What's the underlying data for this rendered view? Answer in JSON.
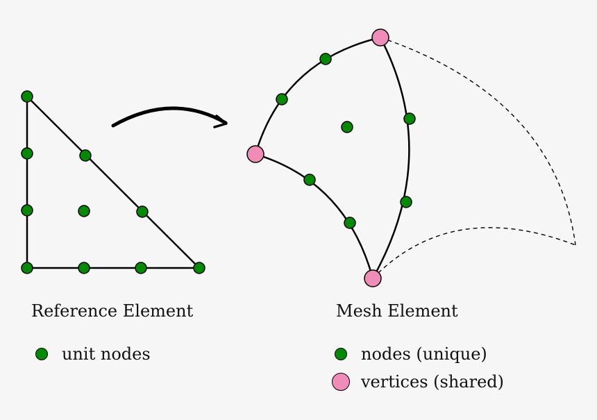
{
  "reference": {
    "caption": "Reference Element",
    "legend_label": "unit nodes"
  },
  "mesh": {
    "caption": "Mesh Element",
    "legend_nodes_label": "nodes (unique)",
    "legend_vertices_label": "vertices (shared)"
  },
  "colors": {
    "node": "#008a00",
    "vertex": "#f08cb8",
    "stroke": "#000000",
    "background": "#f6f6f6"
  },
  "icons": {
    "arrow": "curved-arrow-icon"
  }
}
